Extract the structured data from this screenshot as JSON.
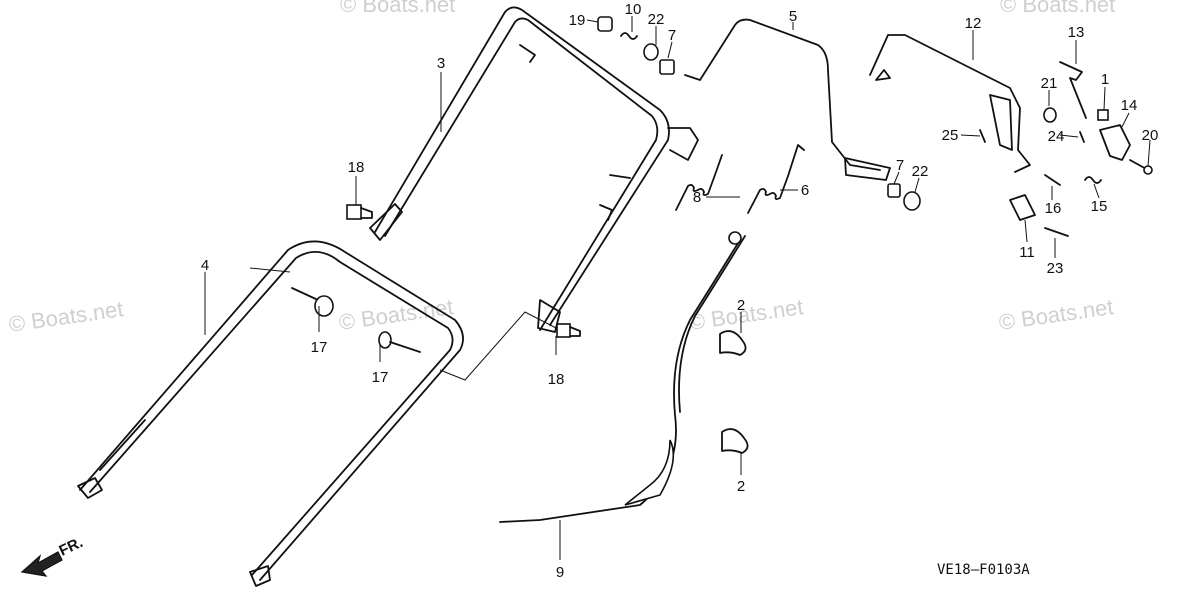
{
  "watermarks": [
    "© Boats.net",
    "© Boats.net",
    "© Boats.net",
    "© Boats.net",
    "© Boats.net",
    "© Boats.net"
  ],
  "direction_label": "FR.",
  "diagram_code": "VE18—F0103A",
  "callouts": {
    "c1": "1",
    "c2a": "2",
    "c2b": "2",
    "c3": "3",
    "c4": "4",
    "c5": "5",
    "c6": "6",
    "c7a": "7",
    "c7b": "7",
    "c8": "8",
    "c9": "9",
    "c10": "10",
    "c11": "11",
    "c12": "12",
    "c13": "13",
    "c14": "14",
    "c15": "15",
    "c16": "16",
    "c17a": "17",
    "c17b": "17",
    "c18a": "18",
    "c18b": "18",
    "c19": "19",
    "c20": "20",
    "c21": "21",
    "c22a": "22",
    "c22b": "22",
    "c23": "23",
    "c24": "24",
    "c25": "25"
  }
}
